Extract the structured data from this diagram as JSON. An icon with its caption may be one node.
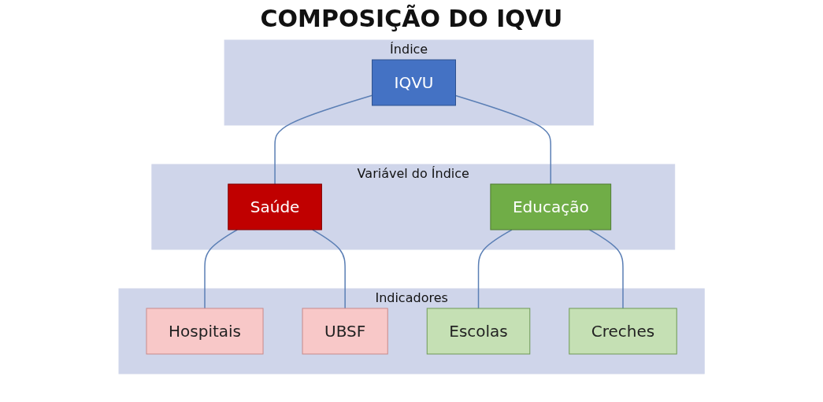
{
  "diagram": {
    "title": "COMPOSIÇÃO DO IQVU",
    "nodes": [
      {
        "text": [
          "Índice"
        ]
      },
      {
        "text": [
          "IQVU"
        ],
        "in": 0
      },
      {
        "text": [
          "Variável do Índice"
        ]
      },
      {
        "text": [
          "Saúde"
        ],
        "in": 2
      },
      {
        "text": [
          "Educação"
        ],
        "in": 2
      },
      {
        "text": [
          "Indicadores"
        ]
      },
      {
        "text": [
          "Hospitais"
        ],
        "in": 5
      },
      {
        "text": [
          "UBSF"
        ],
        "in": 5
      },
      {
        "text": [
          "Escolas"
        ],
        "in": 5
      },
      {
        "text": [
          "Creches"
        ],
        "in": 5
      }
    ],
    "edges": [
      {
        "from": 1,
        "to": 3,
        "arrow": "none"
      },
      {
        "from": 1,
        "to": 4,
        "arrow": "none"
      },
      {
        "from": 3,
        "to": 6,
        "arrow": "none"
      },
      {
        "from": 3,
        "to": 7,
        "arrow": "none"
      },
      {
        "from": 4,
        "to": 8,
        "arrow": "none"
      },
      {
        "from": 4,
        "to": 9,
        "arrow": "none"
      }
    ]
  }
}
